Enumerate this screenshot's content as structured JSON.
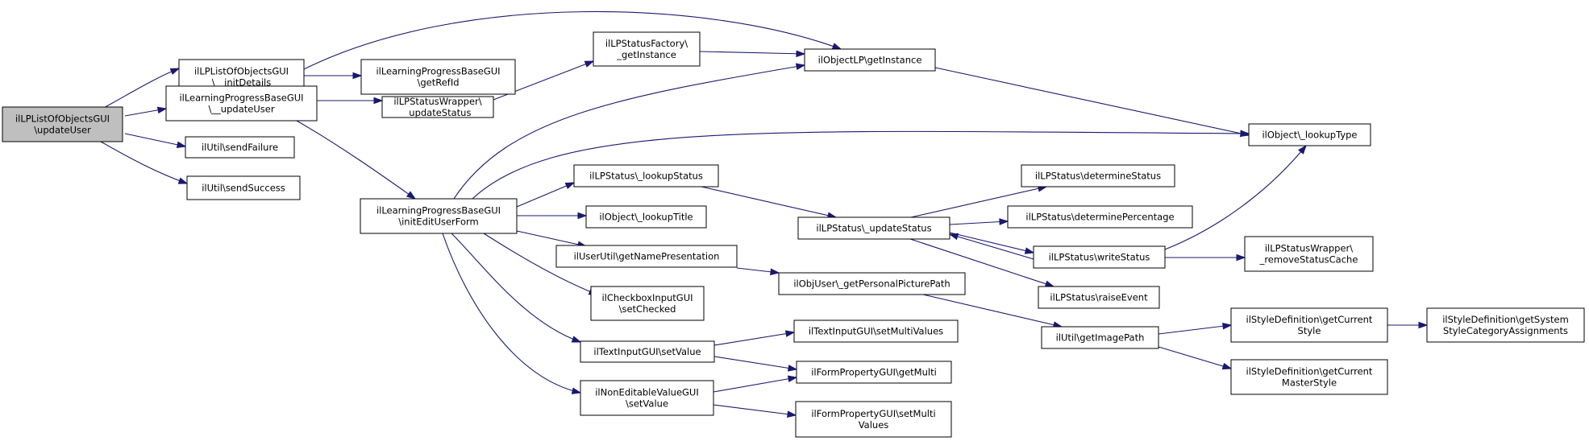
{
  "colors": {
    "edge": "#191970",
    "root_fill": "#bfbfbf",
    "node_fill": "#ffffff",
    "node_border": "#000000"
  },
  "nodes": {
    "root": [
      "ilLPListOfObjectsGUI",
      "\\updateUser"
    ],
    "initDetails": [
      "ilLPListOfObjectsGUI",
      "\\__initDetails"
    ],
    "getRefId": [
      "ilLearningProgressBaseGUI",
      "\\getRefId"
    ],
    "updateUserBase": [
      "ilLearningProgressBaseGUI",
      "\\__updateUser"
    ],
    "sendFailure": [
      "ilUtil\\sendFailure"
    ],
    "sendSuccess": [
      "ilUtil\\sendSuccess"
    ],
    "initEditUserForm": [
      "ilLearningProgressBaseGUI",
      "\\initEditUserForm"
    ],
    "statusWrapperUpdate": [
      "ilLPStatusWrapper\\",
      "_updateStatus"
    ],
    "statusFactory": [
      "ilLPStatusFactory\\",
      "_getInstance"
    ],
    "objectLPGetInstance": [
      "ilObjectLP\\getInstance"
    ],
    "lookupType": [
      "ilObject\\_lookupType"
    ],
    "lookupStatus": [
      "ilLPStatus\\_lookupStatus"
    ],
    "lookupTitle": [
      "ilObject\\_lookupTitle"
    ],
    "getNamePresentation": [
      "ilUserUtil\\getNamePresentation"
    ],
    "checkboxSetChecked": [
      "ilCheckboxInputGUI",
      "\\setChecked"
    ],
    "textInputSetValue": [
      "ilTextInputGUI\\setValue"
    ],
    "nonEditableSetValue": [
      "ilNonEditableValueGUI",
      "\\setValue"
    ],
    "statusUpdate": [
      "ilLPStatus\\_updateStatus"
    ],
    "determineStatus": [
      "ilLPStatus\\determineStatus"
    ],
    "determinePercentage": [
      "ilLPStatus\\determinePercentage"
    ],
    "writeStatus": [
      "ilLPStatus\\writeStatus"
    ],
    "raiseEvent": [
      "ilLPStatus\\raiseEvent"
    ],
    "removeStatusCache": [
      "ilLPStatusWrapper\\",
      "_removeStatusCache"
    ],
    "personalPicturePath": [
      "ilObjUser\\_getPersonalPicturePath"
    ],
    "getImagePath": [
      "ilUtil\\getImagePath"
    ],
    "getCurrentStyle": [
      "ilStyleDefinition\\getCurrent",
      "Style"
    ],
    "getSystemStyleCat": [
      "ilStyleDefinition\\getSystem",
      "StyleCategoryAssignments"
    ],
    "getCurrentMasterStyle": [
      "ilStyleDefinition\\getCurrent",
      "MasterStyle"
    ],
    "textInputSetMultiValues": [
      "ilTextInputGUI\\setMultiValues"
    ],
    "formPropertyGetMulti": [
      "ilFormPropertyGUI\\getMulti"
    ],
    "formPropertySetMultiValues": [
      "ilFormPropertyGUI\\setMulti",
      "Values"
    ]
  }
}
